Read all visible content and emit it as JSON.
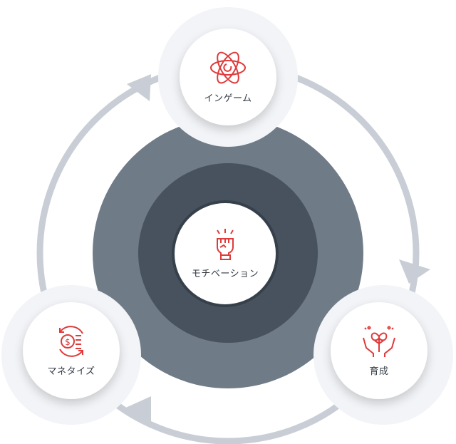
{
  "center": {
    "label": "モチベーション",
    "icon": "fist-icon"
  },
  "nodes": [
    {
      "label": "インゲーム",
      "icon": "atom-icon"
    },
    {
      "label": "育成",
      "icon": "growth-hands-icon"
    },
    {
      "label": "マネタイズ",
      "icon": "money-cycle-icon"
    }
  ],
  "colors": {
    "accent": "#e03a3a",
    "outer_ring": "#6f7b87",
    "inner_ring": "#47525e",
    "arrow": "#c9ced6"
  }
}
